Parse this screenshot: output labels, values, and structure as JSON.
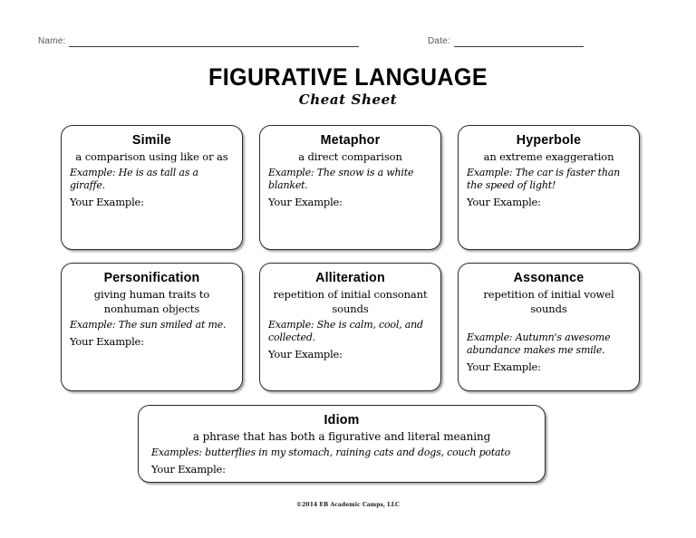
{
  "header": {
    "name_label": "Name:",
    "date_label": "Date:"
  },
  "title": {
    "main": "FIGURATIVE LANGUAGE",
    "sub": "Cheat Sheet"
  },
  "cards": [
    {
      "term": "Simile",
      "definition": "a comparison using like or as",
      "example_label": "Example:",
      "example_text": "He is as tall as a giraffe.",
      "your_example_label": "Your Example:"
    },
    {
      "term": "Metaphor",
      "definition": "a direct comparison",
      "example_label": "Example:",
      "example_text": "The snow is a white blanket.",
      "your_example_label": "Your Example:"
    },
    {
      "term": "Hyperbole",
      "definition": "an extreme exaggeration",
      "example_label": "Example:",
      "example_text": "The car is faster than the speed of light!",
      "your_example_label": "Your Example:"
    },
    {
      "term": "Personification",
      "definition": "giving human traits to nonhuman objects",
      "example_label": "Example:",
      "example_text": "The sun smiled at me.",
      "your_example_label": "Your Example:"
    },
    {
      "term": "Alliteration",
      "definition": "repetition of initial consonant sounds",
      "example_label": "Example:",
      "example_text": "She is calm, cool, and collected.",
      "your_example_label": "Your Example:"
    },
    {
      "term": "Assonance",
      "definition": "repetition of initial vowel sounds",
      "example_label": "Example:",
      "example_text": "Autumn's awesome abundance makes me smile.",
      "your_example_label": "Your Example:"
    },
    {
      "term": "Idiom",
      "definition": "a phrase that has both a figurative and literal meaning",
      "example_label": "Examples:",
      "example_text": "butterflies in my stomach, raining cats and dogs, couch potato",
      "your_example_label": "Your Example:"
    }
  ],
  "footer": {
    "copyright": "©2014 EB Academic Camps, LLC"
  }
}
